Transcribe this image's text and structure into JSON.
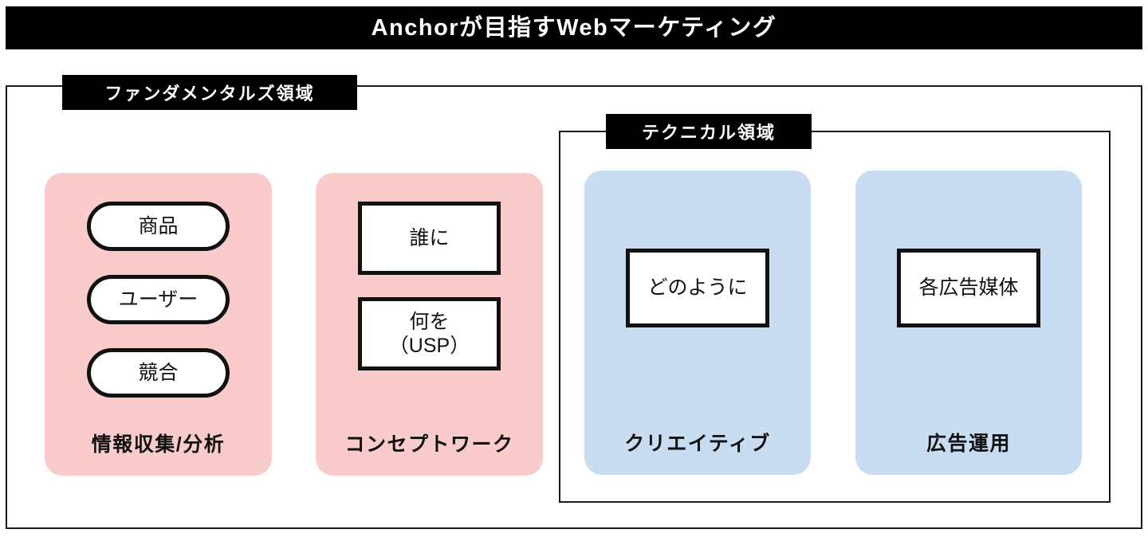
{
  "title": {
    "text": "Anchorが目指すWebマーケティング"
  },
  "regions": [
    {
      "key": "fundamentals",
      "label": "ファンダメンタルズ領域"
    },
    {
      "key": "technical",
      "label": "テクニカル領域"
    }
  ],
  "colors": {
    "title_bar_bg": "#000000",
    "title_text": "#ffffff",
    "badge_bg": "#000000",
    "badge_text": "#ffffff",
    "pink_card": "#F9CBCB",
    "blue_card": "#C8DCF2",
    "node_fill": "#ffffff",
    "node_border": "#111111",
    "frame_border": "#1a1a1a"
  },
  "pillars": [
    {
      "key": "info",
      "caption": "情報収集/分析",
      "shape": "pill",
      "items": [
        {
          "label": "商品"
        },
        {
          "label": "ユーザー"
        },
        {
          "label": "競合"
        }
      ]
    },
    {
      "key": "concept",
      "caption": "コンセプトワーク",
      "shape": "rect",
      "items": [
        {
          "label": "誰に"
        },
        {
          "line1": "何を",
          "line2": "（USP）"
        }
      ]
    },
    {
      "key": "creative",
      "caption": "クリエイティブ",
      "shape": "rect",
      "items": [
        {
          "label": "どのように"
        }
      ]
    },
    {
      "key": "ads",
      "caption": "広告運用",
      "shape": "rect",
      "items": [
        {
          "label": "各広告媒体"
        }
      ]
    }
  ]
}
